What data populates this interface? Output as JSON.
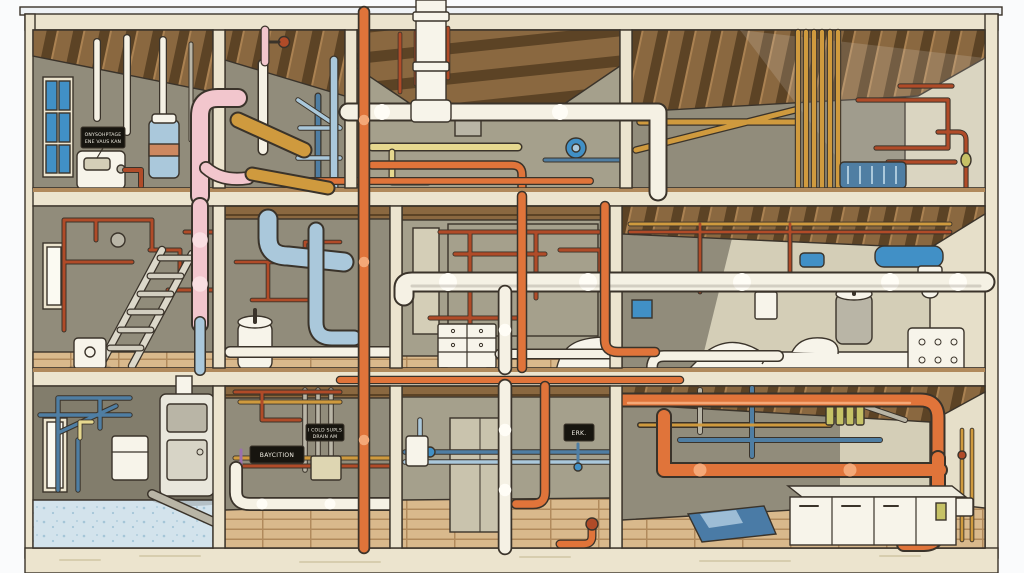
{
  "labels": {
    "softener_line1": "ONYSOHPTAGE",
    "softener_line2": "ENE VAUS KAN",
    "reception_tag": "BAYCITION",
    "supply_line1": "I COLD SUPLS",
    "supply_line2": "DRAIN AM",
    "pump_tag": "ERK."
  },
  "palette": {
    "bg": "#fafbfc",
    "roof_white": "#eff2f5",
    "frame_cream": "#ece4ce",
    "frame_tex": "#d7cdae",
    "wood_dark": "#5c4325",
    "wood_mid": "#8a6840",
    "wood_light": "#ab8252",
    "wall_gray": "#918c7b",
    "wall_gray_dark": "#827d6c",
    "wall_mid": "#a5a08c",
    "wall_light": "#d4ceb7",
    "wall_lighter": "#e6dfc9",
    "floor_wood": "#d9b98c",
    "floor_wood_dark": "#b18a5c",
    "floor_blue": "#d3e3ec",
    "floor_blue_dot": "#a4c6d8",
    "pipe_orange": "#e0743a",
    "pipe_orange_hi": "#f4a877",
    "pipe_red": "#b04b28",
    "pipe_copper": "#cf9a3e",
    "pipe_yellow": "#e6d88f",
    "pipe_pink": "#f2c6cd",
    "pipe_pink_hi": "#fadfe2",
    "pipe_white": "#f5f1e4",
    "pipe_white_hi": "#fffdf6",
    "pipe_blue": "#aac8db",
    "pipe_blue_dark": "#4f7ea3",
    "blue_strong": "#4190c6",
    "metal": "#b9b5a6",
    "canister": "#c6c266",
    "purple": "#9b6fae",
    "label_bg": "#17150f",
    "label_fg": "#f2efe4",
    "white_obj": "#f7f4ea",
    "outline": "#3a332a"
  }
}
